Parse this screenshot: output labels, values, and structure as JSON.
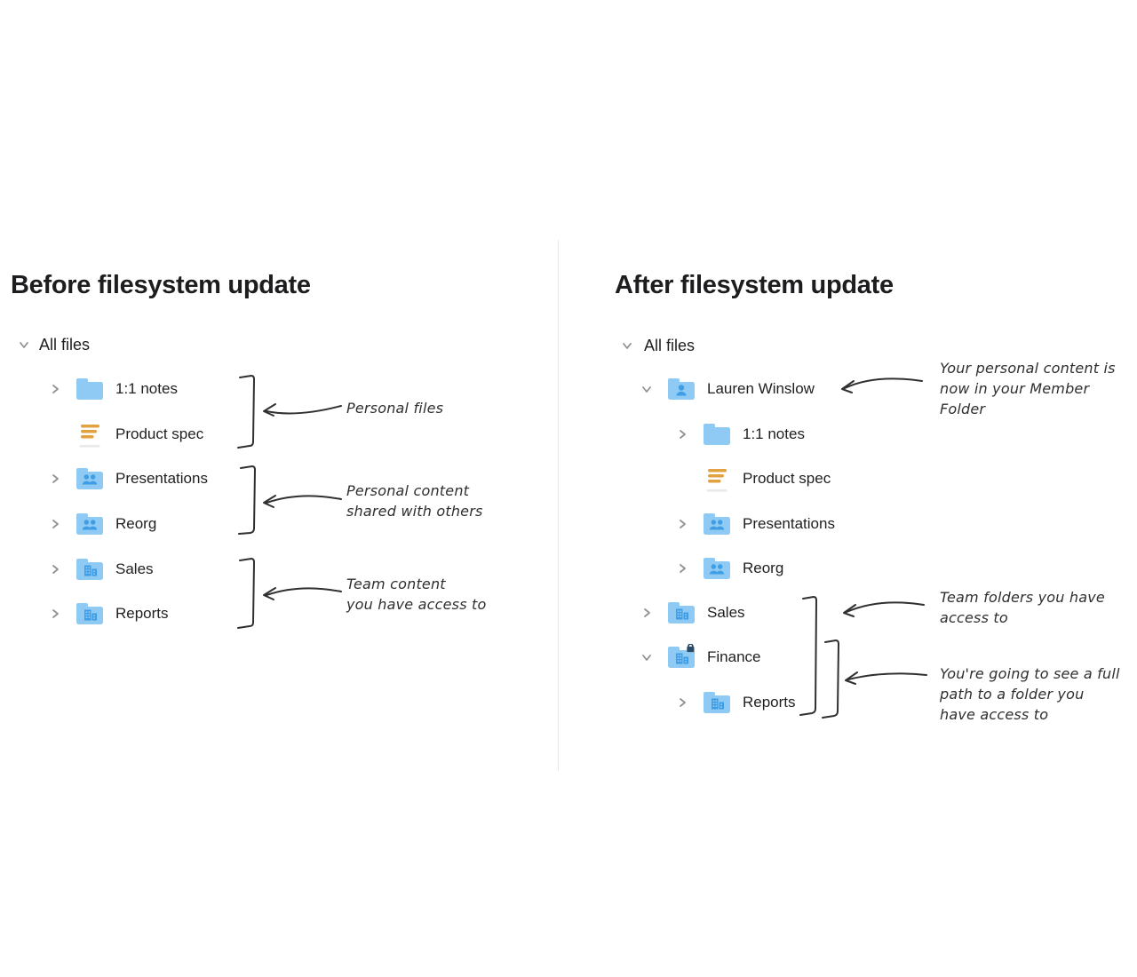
{
  "left": {
    "title": "Before filesystem update",
    "tree": {
      "root": {
        "label": "All files",
        "state": "expanded"
      },
      "items": [
        {
          "label": "1:1 notes",
          "icon": "folder-icon",
          "state": "collapsed",
          "level": 1
        },
        {
          "label": "Product spec",
          "icon": "paper-doc-icon",
          "state": "none",
          "level": 1
        },
        {
          "label": "Presentations",
          "icon": "shared-folder-icon",
          "state": "collapsed",
          "level": 1
        },
        {
          "label": "Reorg",
          "icon": "shared-folder-icon",
          "state": "collapsed",
          "level": 1
        },
        {
          "label": "Sales",
          "icon": "team-folder-icon",
          "state": "collapsed",
          "level": 1
        },
        {
          "label": "Reports",
          "icon": "team-folder-icon",
          "state": "collapsed",
          "level": 1
        }
      ]
    },
    "annotations": [
      {
        "line1": "Personal files"
      },
      {
        "line1": "Personal content",
        "line2": "shared with others"
      },
      {
        "line1": "Team content",
        "line2": "you have access to"
      }
    ]
  },
  "right": {
    "title": "After filesystem update",
    "tree": {
      "root": {
        "label": "All files",
        "state": "expanded"
      },
      "items": [
        {
          "label": "Lauren Winslow",
          "icon": "member-folder-icon",
          "state": "expanded",
          "level": 1
        },
        {
          "label": "1:1 notes",
          "icon": "folder-icon",
          "state": "collapsed",
          "level": 2
        },
        {
          "label": "Product spec",
          "icon": "paper-doc-icon",
          "state": "none",
          "level": 2
        },
        {
          "label": "Presentations",
          "icon": "shared-folder-icon",
          "state": "collapsed",
          "level": 2
        },
        {
          "label": "Reorg",
          "icon": "shared-folder-icon",
          "state": "collapsed",
          "level": 2
        },
        {
          "label": "Sales",
          "icon": "team-folder-icon",
          "state": "collapsed",
          "level": 1
        },
        {
          "label": "Finance",
          "icon": "team-folder-locked-icon",
          "state": "expanded",
          "level": 1
        },
        {
          "label": "Reports",
          "icon": "team-folder-icon",
          "state": "collapsed",
          "level": 2
        }
      ]
    },
    "annotations": [
      {
        "line1": "Your personal content is",
        "line2": "now in your Member",
        "line3": "Folder"
      },
      {
        "line1": "Team folders you have",
        "line2": "access to"
      },
      {
        "line1": "You're going to see a full",
        "line2": "path to a folder you",
        "line3": "have access to"
      }
    ]
  },
  "colors": {
    "folder_fill": "#8ECAF4",
    "folder_glyph": "#3F9DE5",
    "doc_lines": "#E2A23F",
    "doc_footer": "#E9E9E9",
    "lock": "#2B4A66",
    "chevron": "#919191",
    "label_text": "#1F1F1F",
    "title_text": "#1D1D1F",
    "annotation_ink": "#303030",
    "divider": "#E9E9E7"
  }
}
